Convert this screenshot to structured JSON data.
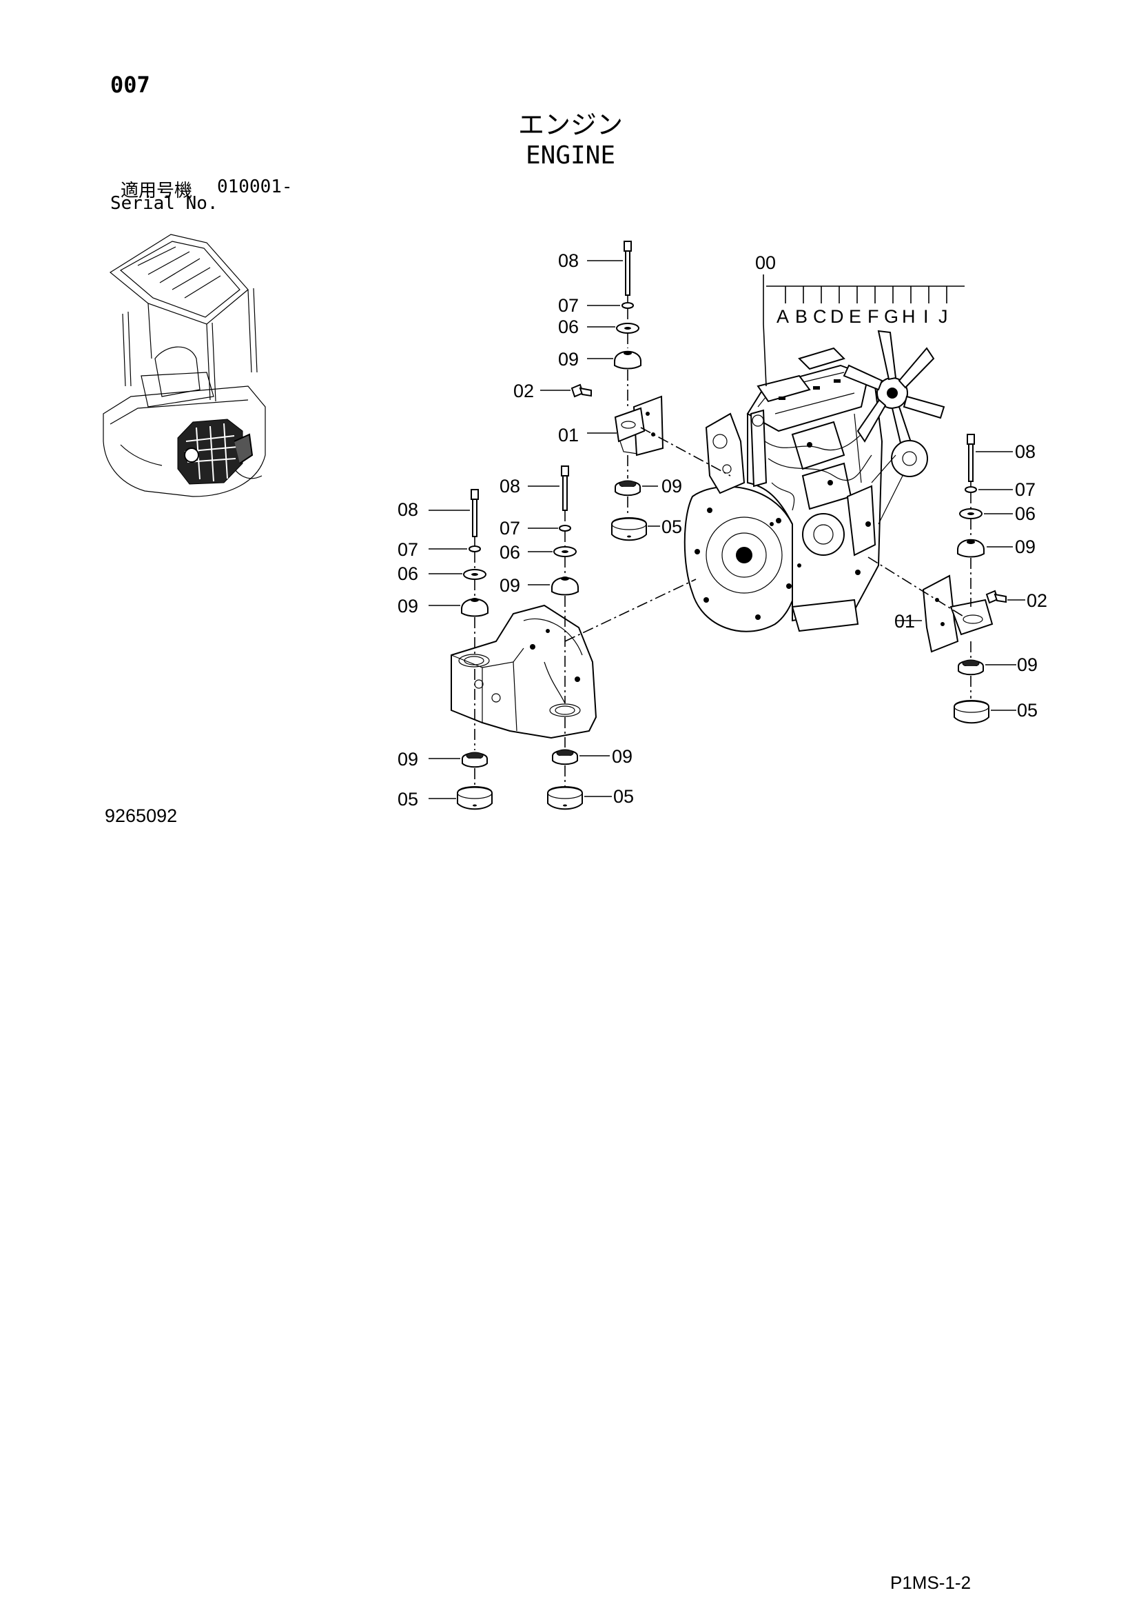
{
  "header": {
    "page_number": "007",
    "title_jp": "エンジン",
    "title_en": "ENGINE",
    "serial_label_jp": "適用号機",
    "serial_value": "010001-",
    "serial_label_en": "Serial No."
  },
  "footer": {
    "drawing_code": "9265092",
    "page_ref": "P1MS-1-2"
  },
  "callouts": {
    "assembly": "00",
    "sub_letters": [
      "A",
      "B",
      "C",
      "D",
      "E",
      "F",
      "G",
      "H",
      "I",
      "J"
    ],
    "top_stack": {
      "bolt": "08",
      "washer": "07",
      "plate": "06",
      "cushion_top": "09",
      "bolt_small": "02",
      "bracket": "01",
      "cushion_bottom": "09",
      "stopper": "05"
    },
    "right_stack": {
      "bolt": "08",
      "washer": "07",
      "plate": "06",
      "cushion_top": "09",
      "bolt_small": "02",
      "bracket": "01",
      "cushion_bottom": "09",
      "stopper": "05"
    },
    "left_stack_1": {
      "bolt": "08",
      "washer": "07",
      "plate": "06",
      "cushion_top": "09",
      "cushion_bottom": "09",
      "stopper": "05"
    },
    "left_stack_2": {
      "bolt": "08",
      "washer": "07",
      "plate": "06",
      "cushion_top": "09",
      "cushion_bottom": "09",
      "stopper": "05"
    }
  }
}
